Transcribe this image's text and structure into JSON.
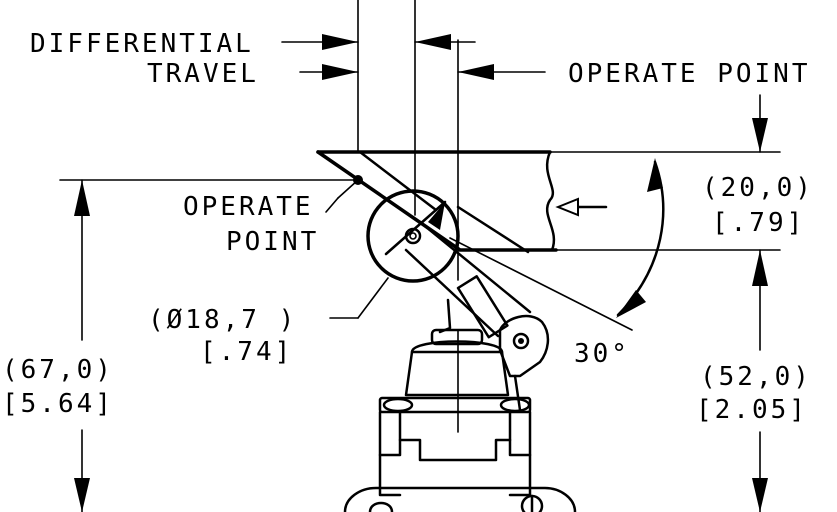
{
  "labels": {
    "differential": "DIFFERENTIAL",
    "travel": "TRAVEL",
    "operate_point_top": "OPERATE POINT",
    "operate_line1": "OPERATE",
    "operate_line2": "POINT",
    "diameter_mm": "(Ø18,7 )",
    "diameter_in": "[.74]",
    "height_mm": "(67,0)",
    "height_in": "[5.64]",
    "offset_mm": "(20,0)",
    "offset_in": "[.79]",
    "lower_mm": "(52,0)",
    "lower_in": "[2.05]",
    "angle": "30°"
  }
}
